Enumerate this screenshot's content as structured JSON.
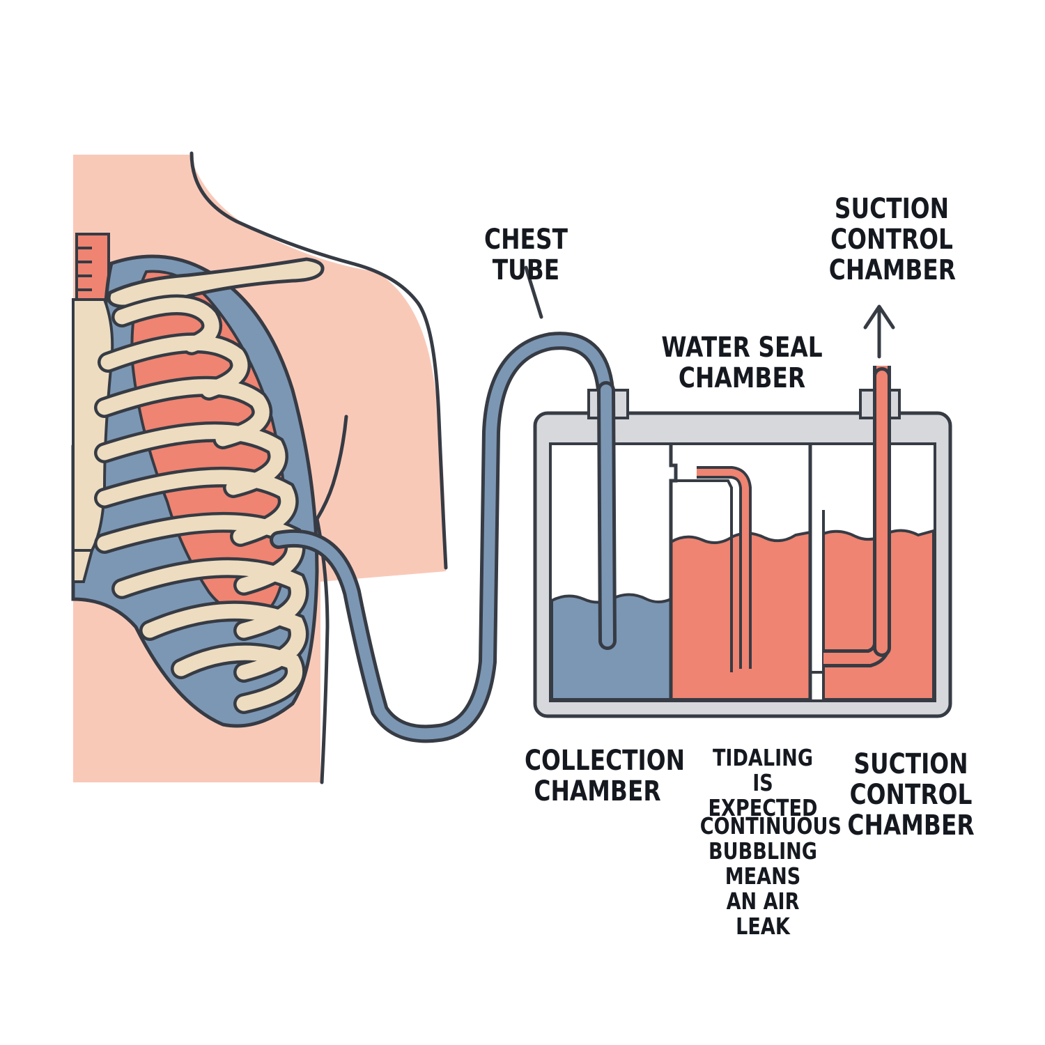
{
  "colors": {
    "skin": "#f9c9b8",
    "lung": "#ee8471",
    "pleura": "#7c97b4",
    "bone": "#eddcc0",
    "outline": "#363b44",
    "water_red": "#ee8471",
    "water_blue": "#7c97b4",
    "frame": "#d7d8dc"
  },
  "icons": {
    "arrow": "arrow-up-icon"
  },
  "labels": {
    "chest_tube": "CHEST TUBE",
    "suction_top": "SUCTION\nCONTROL\nCHAMBER",
    "water_seal": "WATER SEAL\nCHAMBER",
    "collection": "COLLECTION\nCHAMBER",
    "tidaling": "TIDALING\nIS EXPECTED",
    "bubbling": "CONTINUOUS\nBUBBLING\nMEANS\nAN AIR LEAK",
    "suction_bottom": "SUCTION\nCONTROL\nCHAMBER"
  }
}
